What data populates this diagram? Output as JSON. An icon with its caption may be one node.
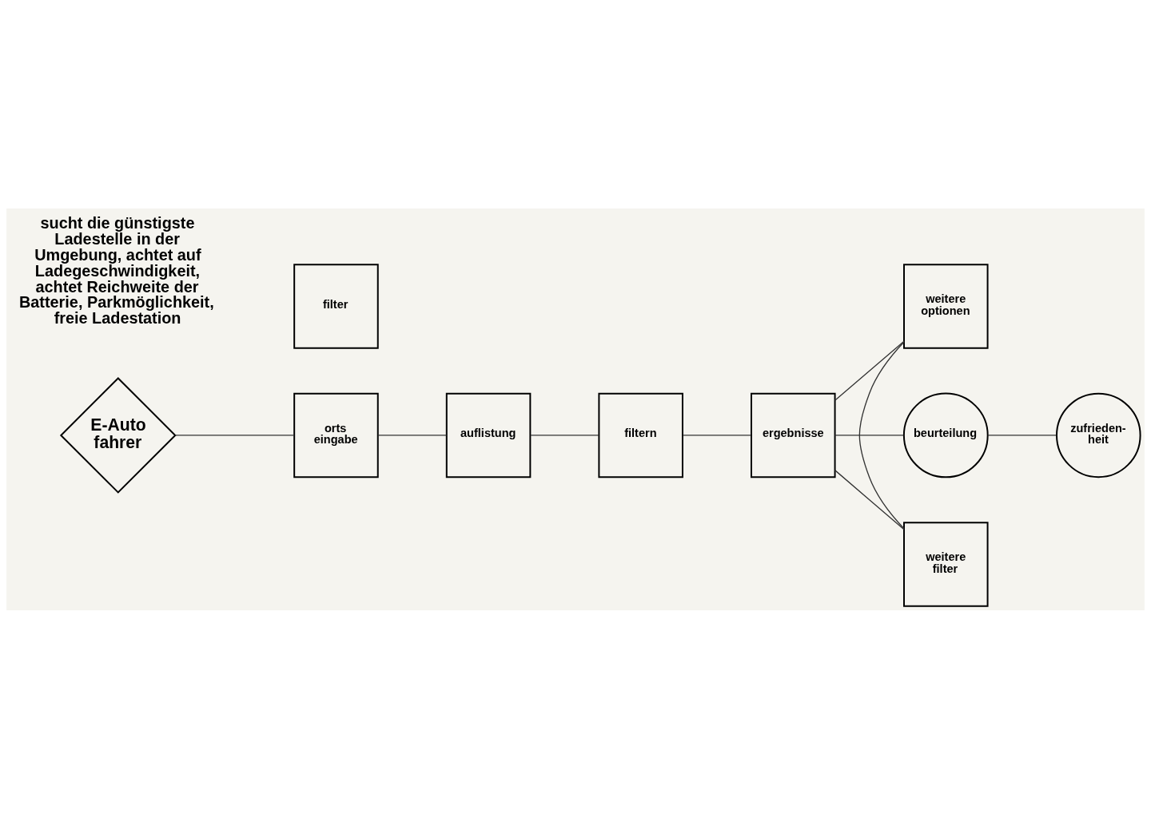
{
  "diagram": {
    "nodes": [
      {
        "text": [
          "E-Auto fahrer"
        ],
        "beside": [
          "sucht die günstigste Ladestelle in der Umgebung, achtet auf Ladegeschwindigkeit, achtet Reichweite der Batterie, Parkmöglichkeit, freie Ladestation"
        ]
      },
      {
        "text": [
          "filter"
        ]
      },
      {
        "text": [
          "orts eingabe"
        ]
      },
      {
        "text": [
          "auflistung"
        ]
      },
      {
        "text": [
          "filtern"
        ]
      },
      {
        "text": [
          "ergebnisse"
        ]
      },
      {
        "text": [
          "weitere optionen"
        ]
      },
      {
        "text": [
          "beurteilung"
        ]
      },
      {
        "text": [
          "weitere filter"
        ]
      },
      {
        "text": [
          "zufrieden- heit"
        ]
      }
    ],
    "edges": [
      {
        "from": 0,
        "to": 2,
        "arrow": "none"
      },
      {
        "from": 2,
        "to": 3,
        "arrow": "none"
      },
      {
        "from": 3,
        "to": 4,
        "arrow": "none"
      },
      {
        "from": 4,
        "to": 5,
        "arrow": "none"
      },
      {
        "from": 5,
        "to": 7,
        "arrow": "none"
      },
      {
        "from": 7,
        "to": 9,
        "arrow": "none"
      },
      {
        "from": 5,
        "to": 6,
        "arrow": "none"
      },
      {
        "from": 6,
        "to": 8,
        "arrow": "none"
      },
      {
        "from": 8,
        "to": 5,
        "arrow": "none"
      }
    ]
  }
}
